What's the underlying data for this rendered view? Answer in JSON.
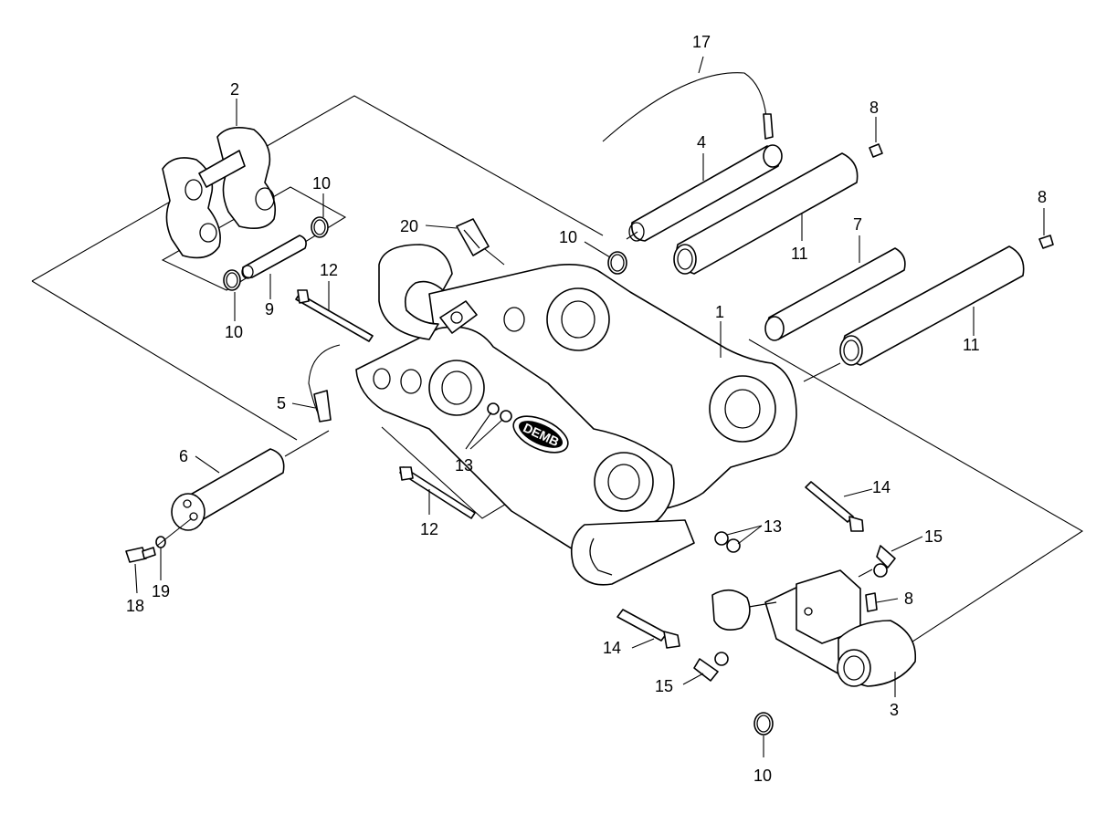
{
  "callouts": [
    "1",
    "2",
    "3",
    "4",
    "5",
    "6",
    "7",
    "8",
    "8",
    "8",
    "9",
    "10",
    "10",
    "10",
    "10",
    "11",
    "11",
    "12",
    "12",
    "13",
    "13",
    "14",
    "14",
    "15",
    "15",
    "17",
    "18",
    "19",
    "20"
  ],
  "brand": {
    "logo_text": "DEMB"
  },
  "colors": {
    "line": "#000000",
    "background": "#ffffff"
  }
}
